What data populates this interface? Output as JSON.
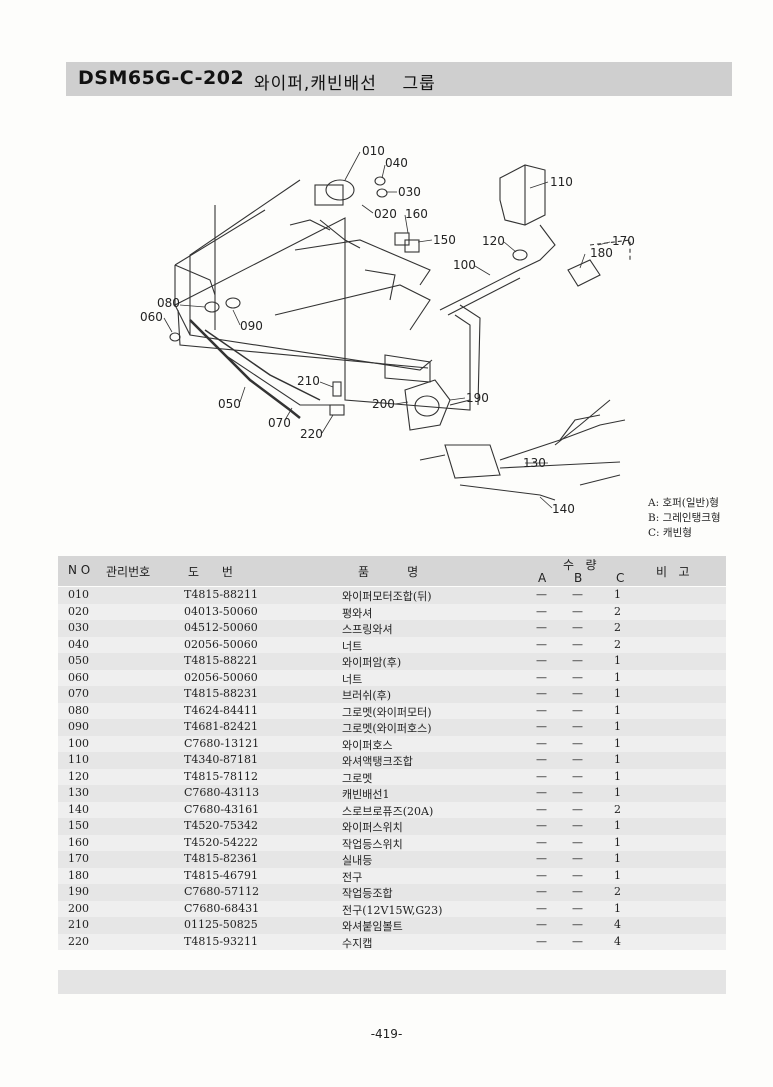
{
  "header": {
    "code": "DSM65G-C-202",
    "title": "와이퍼,캐빈배선    그룹"
  },
  "diagram": {
    "callouts": [
      "010",
      "040",
      "030",
      "020",
      "160",
      "150",
      "110",
      "120",
      "170",
      "180",
      "100",
      "080",
      "060",
      "090",
      "210",
      "200",
      "190",
      "050",
      "070",
      "220",
      "130",
      "140"
    ]
  },
  "legend": {
    "a": "A: 호퍼(일반)형",
    "b": "B: 그레인탱크형",
    "c": "C: 캐빈형"
  },
  "table": {
    "headers": {
      "no": "N O",
      "mgmt": "관리번호",
      "drawing": "도      번",
      "name": "품          명",
      "qty": "수   량",
      "a": "A",
      "b": "B",
      "c": "C",
      "remarks": "비   고"
    },
    "rows": [
      {
        "no": "010",
        "part": "T4815-88211",
        "name": "와이퍼모터조합(뒤)",
        "a": "—",
        "b": "—",
        "c": "1"
      },
      {
        "no": "020",
        "part": "04013-50060",
        "name": "평와셔",
        "a": "—",
        "b": "—",
        "c": "2"
      },
      {
        "no": "030",
        "part": "04512-50060",
        "name": "스프링와셔",
        "a": "—",
        "b": "—",
        "c": "2"
      },
      {
        "no": "040",
        "part": "02056-50060",
        "name": "너트",
        "a": "—",
        "b": "—",
        "c": "2"
      },
      {
        "no": "050",
        "part": "T4815-88221",
        "name": "와이퍼암(후)",
        "a": "—",
        "b": "—",
        "c": "1"
      },
      {
        "no": "060",
        "part": "02056-50060",
        "name": "너트",
        "a": "—",
        "b": "—",
        "c": "1"
      },
      {
        "no": "070",
        "part": "T4815-88231",
        "name": "브러쉬(후)",
        "a": "—",
        "b": "—",
        "c": "1"
      },
      {
        "no": "080",
        "part": "T4624-84411",
        "name": "그로멧(와이퍼모터)",
        "a": "—",
        "b": "—",
        "c": "1"
      },
      {
        "no": "090",
        "part": "T4681-82421",
        "name": "그로멧(와이퍼호스)",
        "a": "—",
        "b": "—",
        "c": "1"
      },
      {
        "no": "100",
        "part": "C7680-13121",
        "name": "와이퍼호스",
        "a": "—",
        "b": "—",
        "c": "1"
      },
      {
        "no": "110",
        "part": "T4340-87181",
        "name": "와셔액탱크조합",
        "a": "—",
        "b": "—",
        "c": "1"
      },
      {
        "no": "120",
        "part": "T4815-78112",
        "name": "그로멧",
        "a": "—",
        "b": "—",
        "c": "1"
      },
      {
        "no": "130",
        "part": "C7680-43113",
        "name": "캐빈배선1",
        "a": "—",
        "b": "—",
        "c": "1"
      },
      {
        "no": "140",
        "part": "C7680-43161",
        "name": "스로브로퓨즈(20A)",
        "a": "—",
        "b": "—",
        "c": "2"
      },
      {
        "no": "150",
        "part": "T4520-75342",
        "name": "와이퍼스위치",
        "a": "—",
        "b": "—",
        "c": "1"
      },
      {
        "no": "160",
        "part": "T4520-54222",
        "name": "작업등스위치",
        "a": "—",
        "b": "—",
        "c": "1"
      },
      {
        "no": "170",
        "part": "T4815-82361",
        "name": "실내등",
        "a": "—",
        "b": "—",
        "c": "1"
      },
      {
        "no": "180",
        "part": "T4815-46791",
        "name": "전구",
        "a": "—",
        "b": "—",
        "c": "1"
      },
      {
        "no": "190",
        "part": "C7680-57112",
        "name": "작업등조합",
        "a": "—",
        "b": "—",
        "c": "2"
      },
      {
        "no": "200",
        "part": "C7680-68431",
        "name": "전구(12V15W,G23)",
        "a": "—",
        "b": "—",
        "c": "1"
      },
      {
        "no": "210",
        "part": "01125-50825",
        "name": "와셔붙임볼트",
        "a": "—",
        "b": "—",
        "c": "4"
      },
      {
        "no": "220",
        "part": "T4815-93211",
        "name": "수지캡",
        "a": "—",
        "b": "—",
        "c": "4"
      }
    ]
  },
  "page": {
    "number": "-419-"
  }
}
